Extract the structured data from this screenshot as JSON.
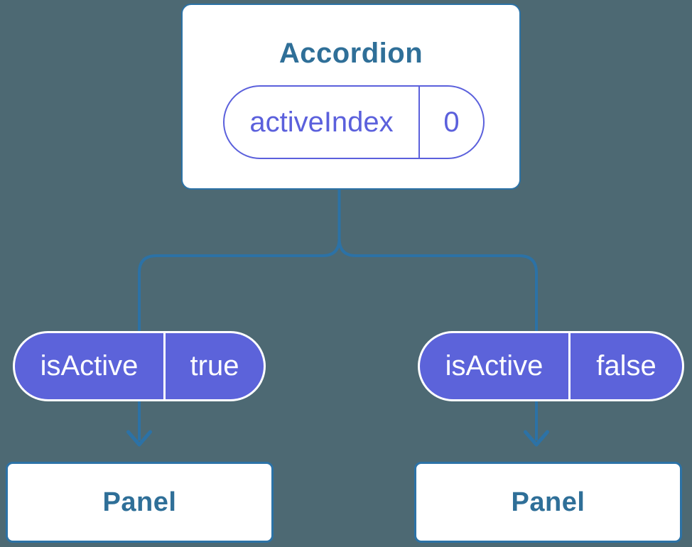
{
  "root_card": {
    "title": "Accordion",
    "prop_name": "activeIndex",
    "prop_value": "0"
  },
  "left_branch": {
    "prop_name": "isActive",
    "prop_value": "true",
    "panel_label": "Panel"
  },
  "right_branch": {
    "prop_name": "isActive",
    "prop_value": "false",
    "panel_label": "Panel"
  },
  "colors": {
    "background": "#4D6973",
    "connector": "#2C72A6",
    "heading_text": "#2F6F98",
    "purple_outline": "#5B60DC",
    "purple_fill": "#5C63DA",
    "card_background": "#FFFFFF"
  }
}
